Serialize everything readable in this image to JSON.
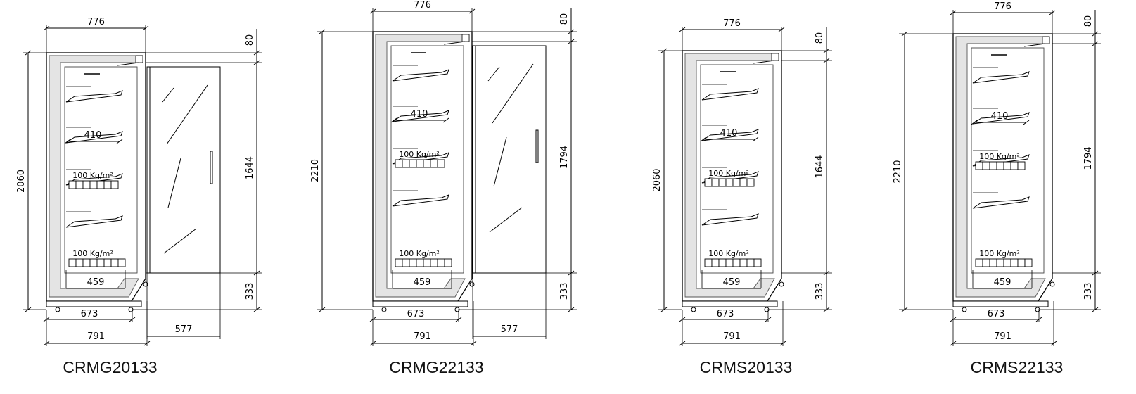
{
  "drawings": [
    {
      "model": "CRMG20133",
      "has_door": true,
      "height_label": "2060",
      "front_height_label": "1644",
      "top_label": "80",
      "base_label": "333",
      "top_width_label": "776",
      "bottom_width_label": "791",
      "inner_width_label": "673",
      "door_width_label": "577",
      "shelf_depth_label": "410",
      "base_depth_label": "459",
      "load_upper_label": "100 Kg/m²",
      "load_lower_label": "100 Kg/m²"
    },
    {
      "model": "CRMG22133",
      "has_door": true,
      "height_label": "2210",
      "front_height_label": "1794",
      "top_label": "80",
      "base_label": "333",
      "top_width_label": "776",
      "bottom_width_label": "791",
      "inner_width_label": "673",
      "door_width_label": "577",
      "shelf_depth_label": "410",
      "base_depth_label": "459",
      "load_upper_label": "100 Kg/m²",
      "load_lower_label": "100 Kg/m²"
    },
    {
      "model": "CRMS20133",
      "has_door": false,
      "height_label": "2060",
      "front_height_label": "1644",
      "top_label": "80",
      "base_label": "333",
      "top_width_label": "776",
      "bottom_width_label": "791",
      "inner_width_label": "673",
      "door_width_label": "",
      "shelf_depth_label": "410",
      "base_depth_label": "459",
      "load_upper_label": "100 Kg/m²",
      "load_lower_label": "100 Kg/m²"
    },
    {
      "model": "CRMS22133",
      "has_door": false,
      "height_label": "2210",
      "front_height_label": "1794",
      "top_label": "80",
      "base_label": "333",
      "top_width_label": "776",
      "bottom_width_label": "791",
      "inner_width_label": "673",
      "door_width_label": "",
      "shelf_depth_label": "410",
      "base_depth_label": "459",
      "load_upper_label": "100 Kg/m²",
      "load_lower_label": "100 Kg/m²"
    }
  ]
}
